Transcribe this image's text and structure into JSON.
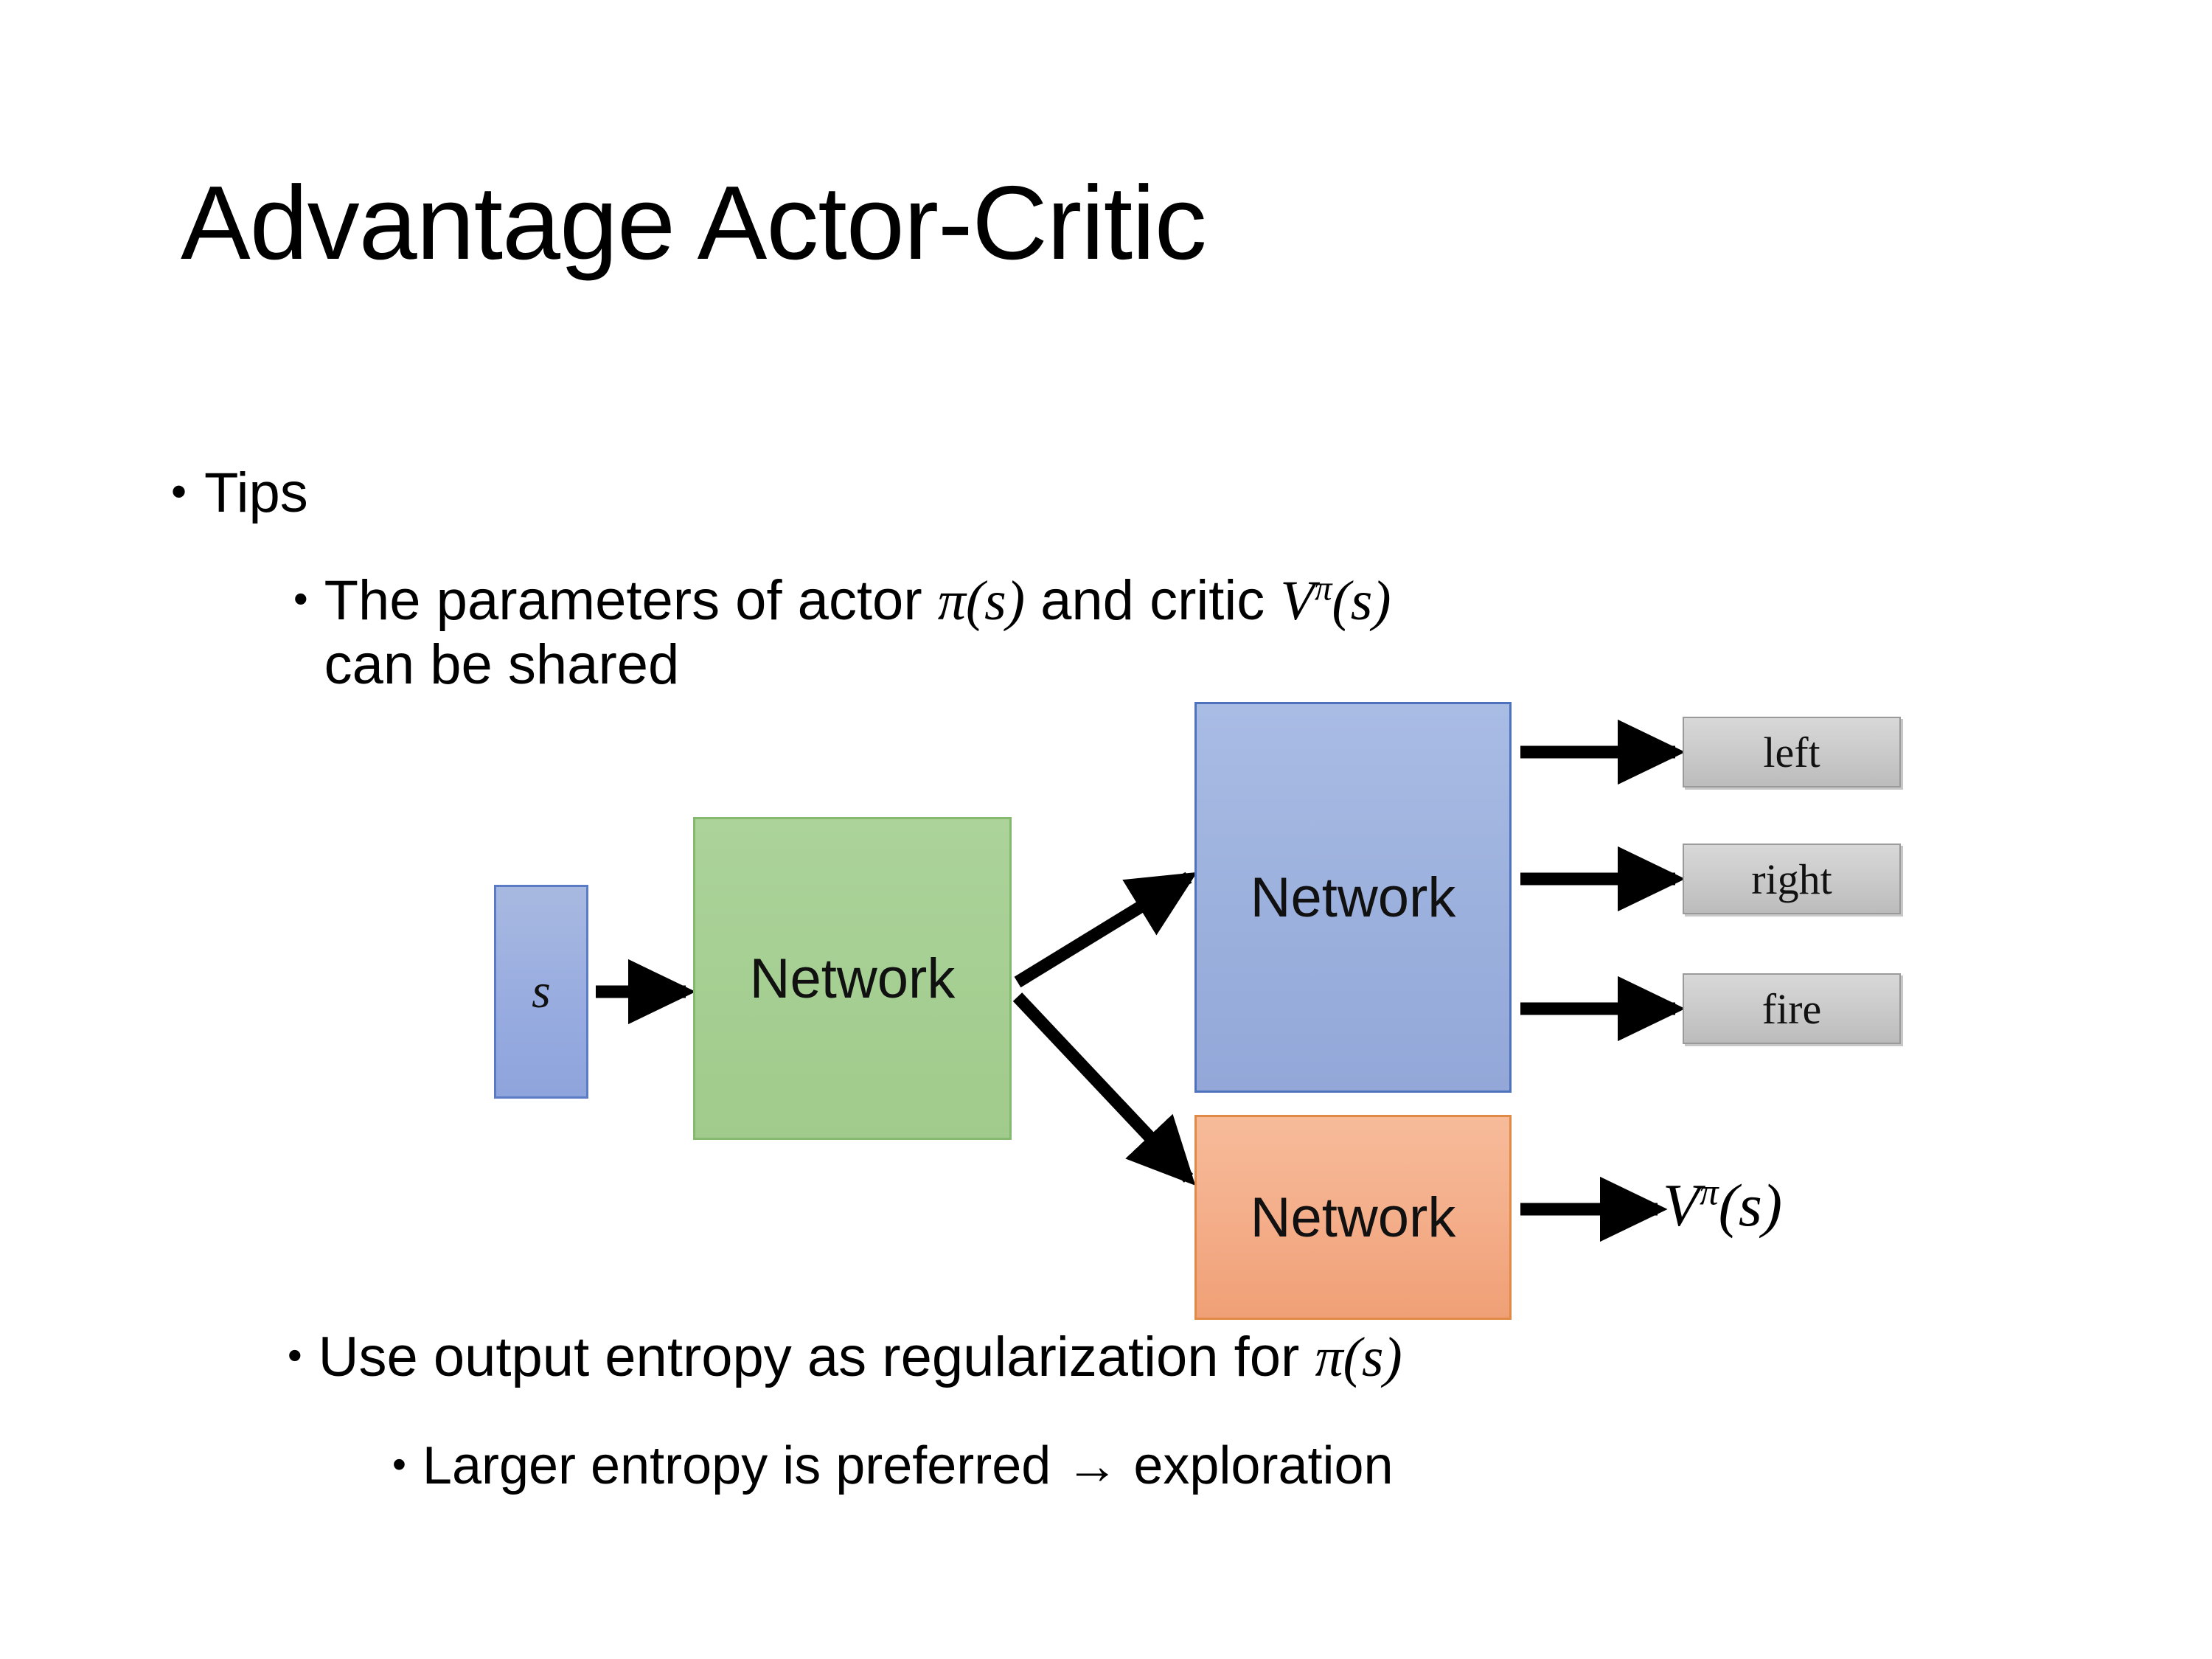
{
  "slide": {
    "title": "Advantage Actor-Critic",
    "background_color": "#ffffff"
  },
  "bullets": [
    {
      "level": 1,
      "marker": "•",
      "text": "Tips"
    },
    {
      "level": 2,
      "marker": "•",
      "text_parts": [
        "The parameters of actor ",
        "π(s)",
        "  and critic ",
        "Vπ(s)",
        " can be shared"
      ],
      "text_plain": "The parameters of actor π(s)  and critic Vπ(s) can be shared",
      "line1_prefix": "The parameters of actor ",
      "line1_math1_base": "π",
      "line1_math1_args": "(s)",
      "line1_middle": "  and critic ",
      "line1_math2_base": "V",
      "line1_math2_sup": "π",
      "line1_math2_args": "(s)",
      "line2": "can be shared"
    },
    {
      "level": 2,
      "marker": "•",
      "text_plain": "Use output entropy as regularization for π(s)",
      "prefix": "Use output entropy as regularization for ",
      "math_base": "π",
      "math_args": "(s)"
    },
    {
      "level": 3,
      "marker": "•",
      "text_plain": "Larger entropy is preferred → exploration",
      "text": "Larger entropy is preferred → exploration"
    }
  ],
  "diagram": {
    "input_box": {
      "label": "s",
      "fill": "#9DB0DE",
      "border": "#5B7BC4"
    },
    "shared_network": {
      "label": "Network",
      "fill": "#A6CF93",
      "border": "#85B96F"
    },
    "actor_network": {
      "label": "Network",
      "fill": "#9DB1DE",
      "border": "#4F72BD"
    },
    "critic_network": {
      "label": "Network",
      "fill": "#F4AE8A",
      "border": "#E08A47"
    },
    "actions": [
      {
        "label": "left",
        "fill": "#CCCCCC",
        "border": "#9A9A9A"
      },
      {
        "label": "right",
        "fill": "#CCCCCC",
        "border": "#9A9A9A"
      },
      {
        "label": "fire",
        "fill": "#CCCCCC",
        "border": "#9A9A9A"
      }
    ],
    "value_output": {
      "base": "V",
      "superscript": "π",
      "args": "(s)",
      "plain": "Vπ(s)"
    },
    "arrow_color": "#000000"
  }
}
